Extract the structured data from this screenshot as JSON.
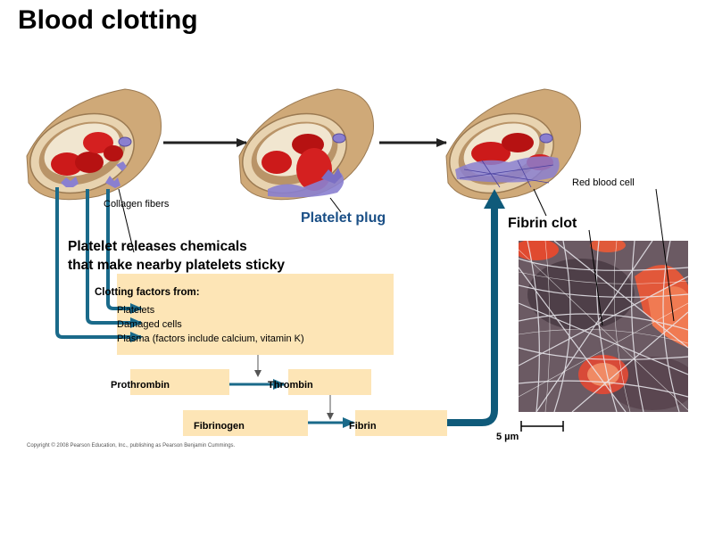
{
  "title": "Blood clotting",
  "labels": {
    "collagen_fibers": "Collagen fibers",
    "platelet_plug": "Platelet plug",
    "fibrin_clot": "Fibrin clot",
    "red_blood_cell": "Red blood cell",
    "platelet_releases_line1": "Platelet releases chemicals",
    "platelet_releases_line2": "that make nearby platelets sticky",
    "scale_bar": "5 µm"
  },
  "clotting_factors": {
    "header": "Clotting factors from:",
    "items": [
      "Platelets",
      "Damaged cells",
      "Plasma (factors include calcium, vitamin K)"
    ]
  },
  "cascade": {
    "prothrombin": "Prothrombin",
    "thrombin": "Thrombin",
    "fibrinogen": "Fibrinogen",
    "fibrin": "Fibrin"
  },
  "copyright": "Copyright © 2008 Pearson Education, Inc., publishing as Pearson Benjamin Cummings.",
  "colors": {
    "arrow_blue": "#1a6a8a",
    "box_fill": "#fde5b6",
    "vessel_tan": "#d9b98a",
    "rbc_red": "#cc1a1a",
    "platelet_purple": "#8a7fd0"
  }
}
